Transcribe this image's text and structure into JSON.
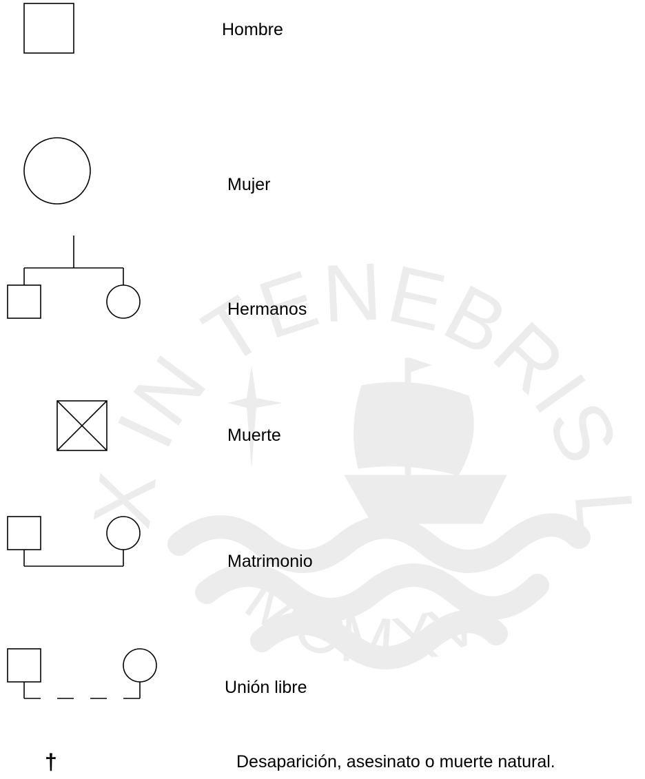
{
  "legend": {
    "items": [
      {
        "symbol": "male-square",
        "label": "Hombre"
      },
      {
        "symbol": "female-circle",
        "label": "Mujer"
      },
      {
        "symbol": "siblings",
        "label": "Hermanos"
      },
      {
        "symbol": "crossed-square",
        "label": "Muerte"
      },
      {
        "symbol": "marriage-line",
        "label": "Matrimonio"
      },
      {
        "symbol": "dashed-union-line",
        "label": "Unión libre"
      },
      {
        "symbol": "dagger",
        "glyph": "†",
        "label": "Desaparición, asesinato o muerte natural."
      }
    ]
  },
  "watermark": {
    "motto": "ET LUX IN TENEBRIS LUCET",
    "year": "MCMXVII",
    "color": "#ececec"
  }
}
